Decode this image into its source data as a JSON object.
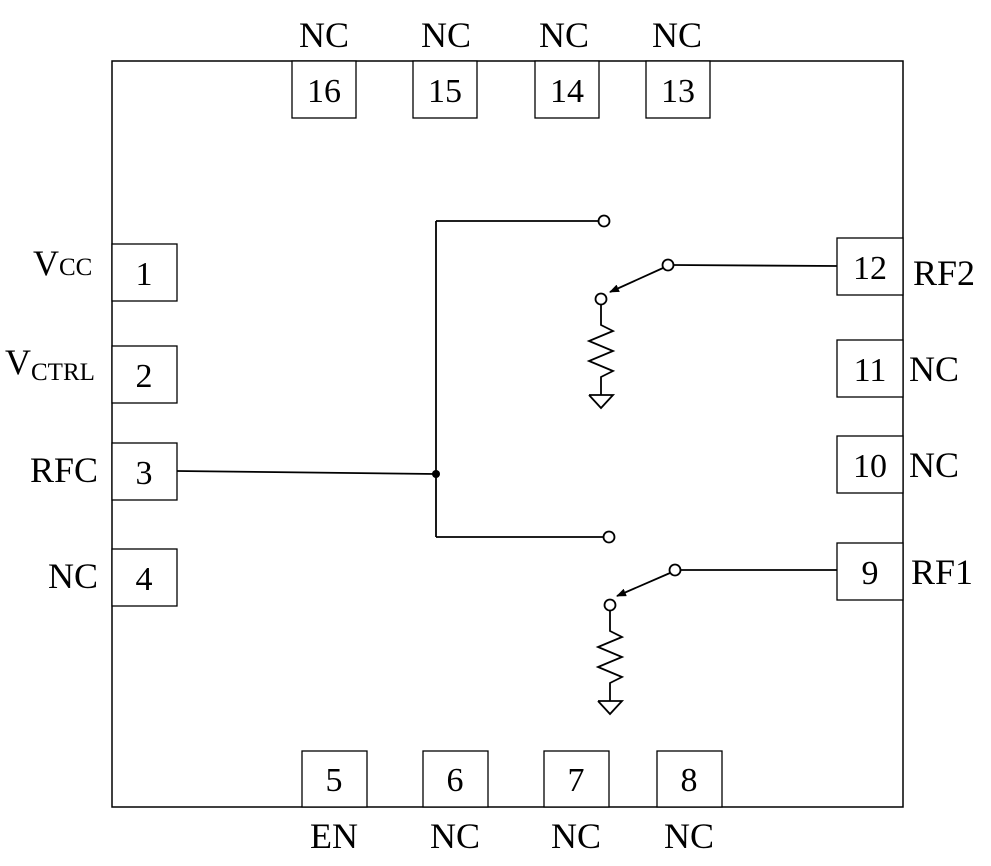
{
  "pins": {
    "p1": {
      "number": "1",
      "name": "V",
      "sub": "CC"
    },
    "p2": {
      "number": "2",
      "name": "V",
      "sub": "CTRL"
    },
    "p3": {
      "number": "3",
      "name": "RFC"
    },
    "p4": {
      "number": "4",
      "name": "NC"
    },
    "p5": {
      "number": "5",
      "name": "EN"
    },
    "p6": {
      "number": "6",
      "name": "NC"
    },
    "p7": {
      "number": "7",
      "name": "NC"
    },
    "p8": {
      "number": "8",
      "name": "NC"
    },
    "p9": {
      "number": "9",
      "name": "RF1"
    },
    "p10": {
      "number": "10",
      "name": "NC"
    },
    "p11": {
      "number": "11",
      "name": "NC"
    },
    "p12": {
      "number": "12",
      "name": "RF2"
    },
    "p13": {
      "number": "13",
      "name": "NC"
    },
    "p14": {
      "number": "14",
      "name": "NC"
    },
    "p15": {
      "number": "15",
      "name": "NC"
    },
    "p16": {
      "number": "16",
      "name": "NC"
    }
  }
}
